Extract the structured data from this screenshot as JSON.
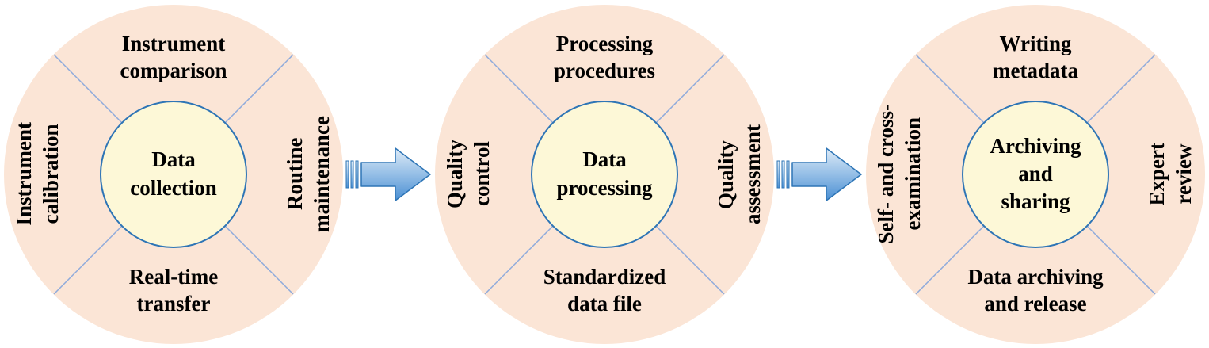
{
  "diagram": {
    "stages": [
      {
        "center": "Data\ncollection",
        "top": "Instrument\ncomparison",
        "left": "Instrument\ncalibration",
        "right": "Routine\nmaintenance",
        "bottom": "Real-time\ntransfer"
      },
      {
        "center": "Data\nprocessing",
        "top": "Processing\nprocedures",
        "left": "Quality\ncontrol",
        "right": "Quality\nassessment",
        "bottom": "Standardized\ndata file"
      },
      {
        "center": "Archiving\nand\nsharing",
        "top": "Writing\nmetadata",
        "left": "Self- and cross-\nexamination",
        "right": "Expert\nreview",
        "bottom": "Data archiving\nand release"
      }
    ],
    "colors": {
      "circle_fill": "#fbe5d6",
      "center_fill": "#fdf8d7",
      "center_border": "#2e75b6",
      "divider_line": "#8eaadb",
      "arrow_fill_light": "#deebf7",
      "arrow_fill_dark": "#4a8fd3",
      "arrow_border": "#2e75b6",
      "text": "#000000"
    }
  }
}
